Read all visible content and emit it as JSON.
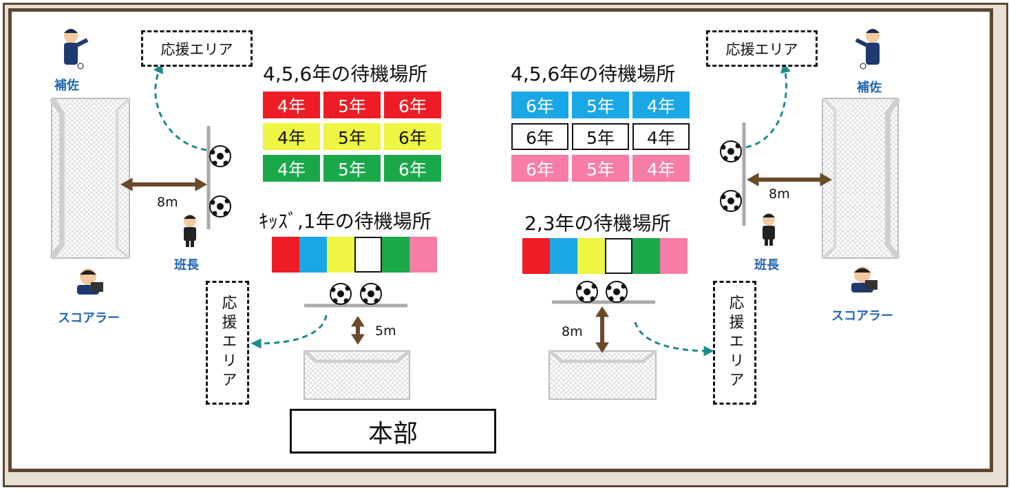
{
  "support_area": "応援エリア",
  "support_area_vertical": "応援エリア",
  "headquarters": "本部",
  "left": {
    "heading_456": "4,5,6年の待機場所",
    "heading_kids": "ｷｯｽﾞ,1年の待機場所",
    "grid": [
      {
        "color": "#ee1c25",
        "text_color": "#ffffff",
        "labels": [
          "4年",
          "5年",
          "6年"
        ]
      },
      {
        "color": "#eef542",
        "text_color": "#111111",
        "labels": [
          "4年",
          "5年",
          "6年"
        ]
      },
      {
        "color": "#1ba84a",
        "text_color": "#ffffff",
        "labels": [
          "4年",
          "5年",
          "6年"
        ]
      }
    ],
    "swatches": [
      "#ee1c25",
      "#1aa7e6",
      "#eef542",
      "#ffffff",
      "#1ba84a",
      "#f77ca7"
    ],
    "goal_distance": "8m",
    "bench_distance": "5m",
    "roles": {
      "assistant": "補佐",
      "leader": "班長",
      "scorer": "スコアラー"
    }
  },
  "right": {
    "heading_456": "4,5,6年の待機場所",
    "heading_23": "2,3年の待機場所",
    "grid": [
      {
        "color": "#1aa7e6",
        "text_color": "#ffffff",
        "labels": [
          "6年",
          "5年",
          "4年"
        ]
      },
      {
        "color": "#ffffff",
        "text_color": "#111111",
        "labels": [
          "6年",
          "5年",
          "4年"
        ]
      },
      {
        "color": "#f77ca7",
        "text_color": "#ffffff",
        "labels": [
          "6年",
          "5年",
          "4年"
        ]
      }
    ],
    "swatches": [
      "#ee1c25",
      "#1aa7e6",
      "#eef542",
      "#ffffff",
      "#1ba84a",
      "#f77ca7"
    ],
    "goal_distance": "8m",
    "bench_distance": "8m",
    "roles": {
      "assistant": "補佐",
      "leader": "班長",
      "scorer": "スコアラー"
    }
  },
  "colors": {
    "frame": "#5b4632",
    "arrow": "#6b4a2a",
    "dashed_arrow": "#1a8a90",
    "role_text": "#2266b0"
  }
}
